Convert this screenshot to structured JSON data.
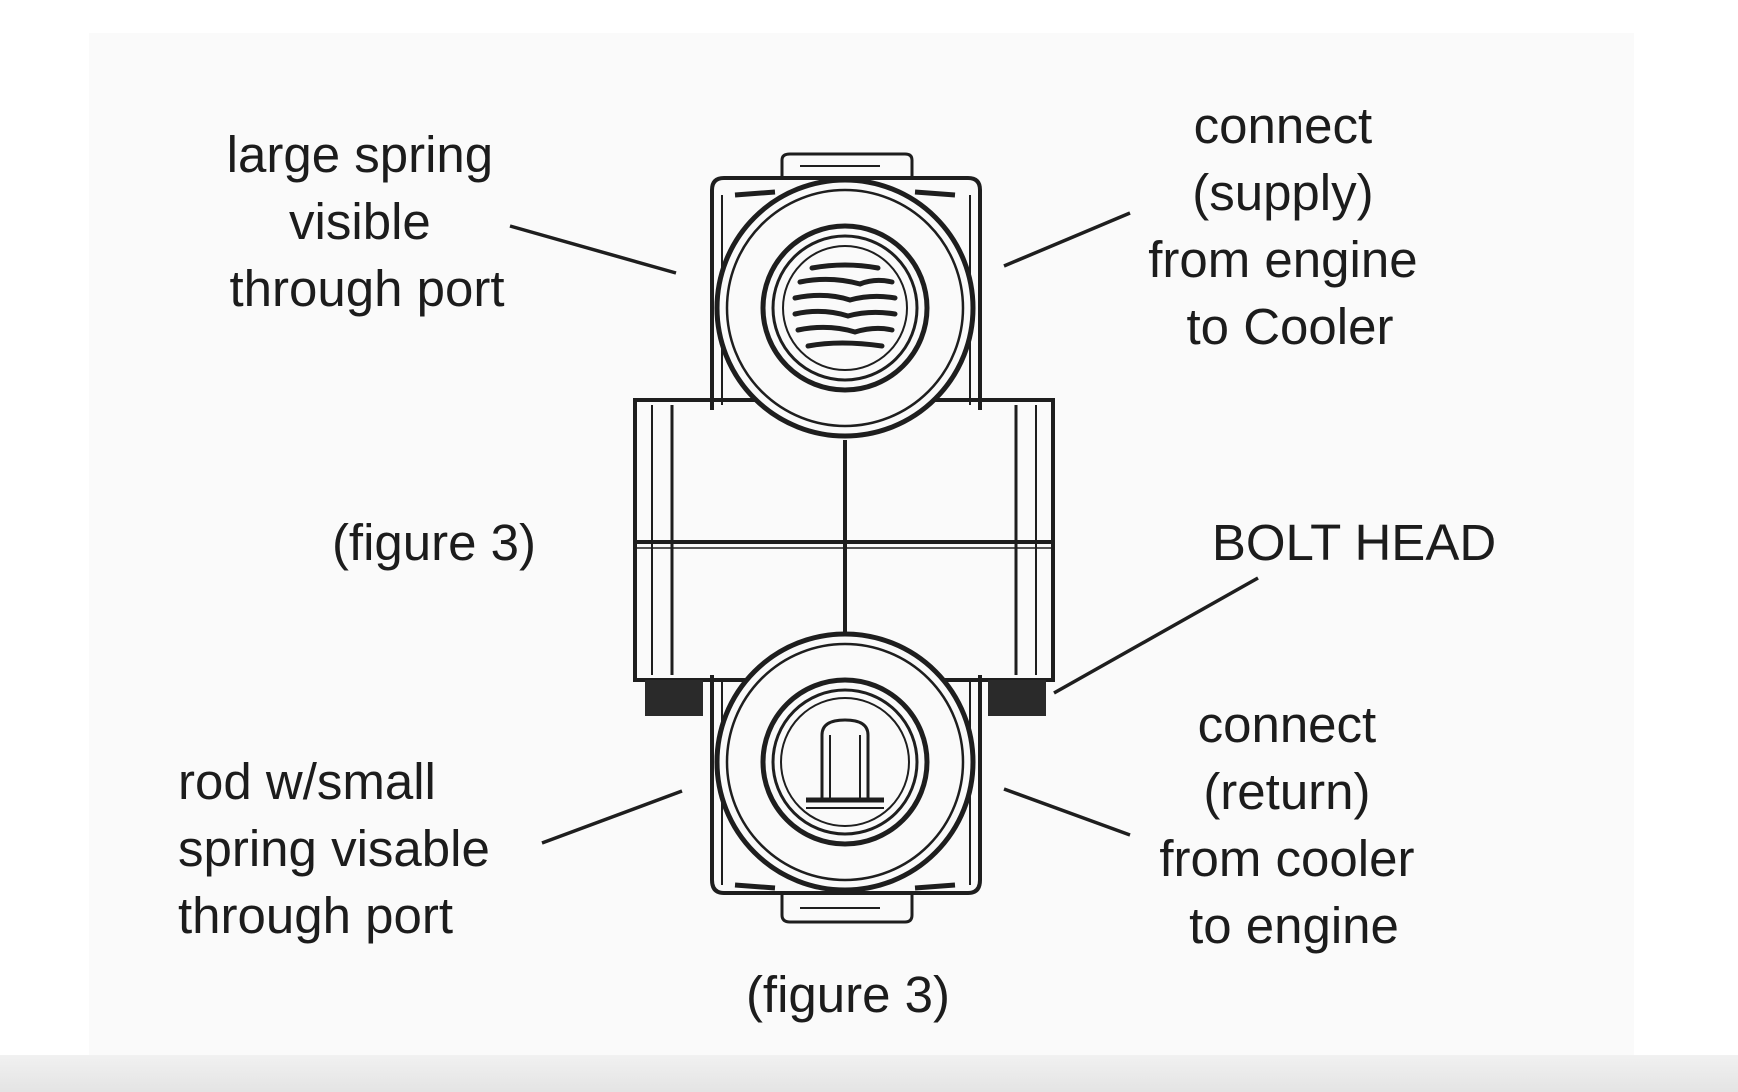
{
  "labels": {
    "large_spring": [
      "large spring",
      "visible",
      "through port"
    ],
    "supply": [
      "connect",
      "(supply)",
      "from engine",
      "to Cooler"
    ],
    "figure_mid": "(figure 3)",
    "bolt_head": "BOLT HEAD",
    "rod_spring": [
      "rod w/small",
      "spring visable",
      "through port"
    ],
    "return": [
      "connect",
      "(return)",
      "from cooler",
      "to engine"
    ],
    "figure_caption": "(figure 3)"
  },
  "colors": {
    "ink": "#1e1e1e",
    "figure_background": "#fafafa",
    "page_background": "#ffffff"
  }
}
